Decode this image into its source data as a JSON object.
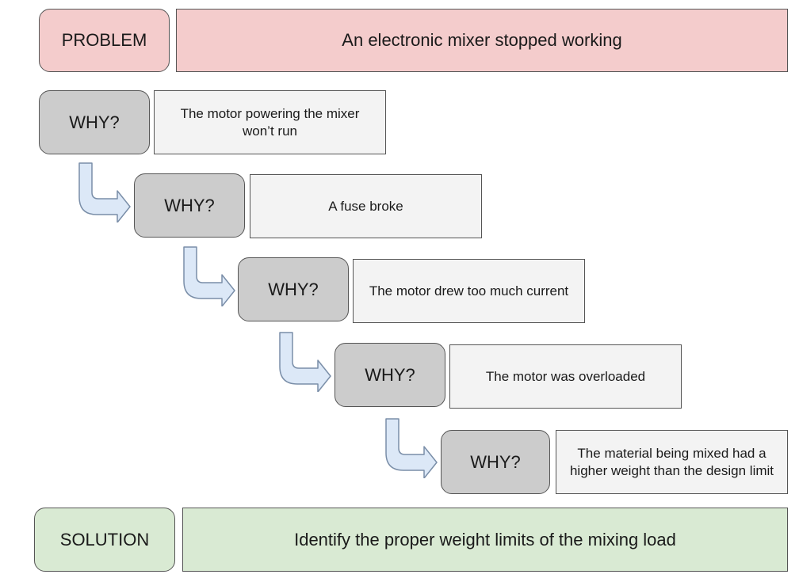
{
  "problem": {
    "label": "PROBLEM",
    "text": "An electronic mixer stopped working"
  },
  "whys": [
    {
      "label": "WHY?",
      "answer": "The motor powering the mixer won’t run"
    },
    {
      "label": "WHY?",
      "answer": "A fuse broke"
    },
    {
      "label": "WHY?",
      "answer": "The motor drew too much current"
    },
    {
      "label": "WHY?",
      "answer": "The motor was overloaded"
    },
    {
      "label": "WHY?",
      "answer": "The material being mixed had a higher weight than the design limit"
    }
  ],
  "solution": {
    "label": "SOLUTION",
    "text": "Identify the proper weight limits of the mixing load"
  },
  "colors": {
    "problem": "#f4cccc",
    "why": "#cccccc",
    "answer": "#f3f3f3",
    "solution": "#d9ead3",
    "arrow_fill": "#dce8f7",
    "arrow_stroke": "#7a8ea8"
  }
}
